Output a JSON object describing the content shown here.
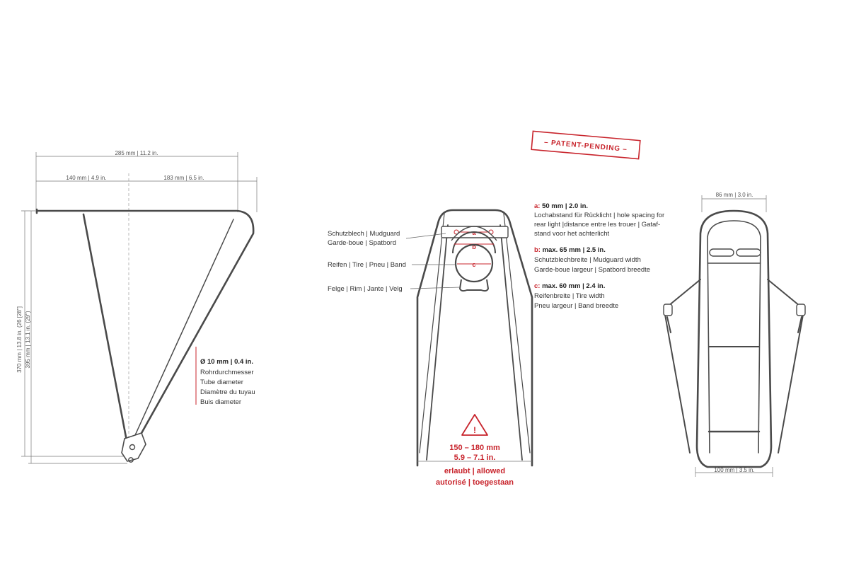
{
  "stamp": {
    "text": "– PATENT-PENDING –",
    "color": "#c8242c"
  },
  "side_view": {
    "overall_width": "285 mm  |  11.2 in.",
    "left_width": "140 mm  |  4.9 in.",
    "right_width": "183 mm  |  6.5 in.",
    "height_1": "370 mm  |  13.8 in.  (26 [28\"]",
    "height_2": "395 mm  |  13.1 in.  (29\")",
    "tube": {
      "title": "Ø 10 mm | 0.4 in.",
      "lines": [
        "Rohrdurchmesser",
        "Tube diameter",
        "Diamètre du tuyau",
        "Buis diameter"
      ]
    }
  },
  "front_view": {
    "labels": {
      "mudguard": [
        "Schutzblech | Mudguard",
        "Garde-boue | Spatbord"
      ],
      "tire": "Reifen | Tire | Pneu | Band",
      "rim": "Felge | Rim | Jante | Velg"
    },
    "markers": {
      "a": "a",
      "b": "b",
      "c": "c"
    },
    "warning": {
      "icon": "!",
      "range_mm": "150 – 180 mm",
      "range_in": "5.9 – 7.1 in.",
      "allowed_1": "erlaubt | allowed",
      "allowed_2": "autorisé | toegestaan"
    }
  },
  "specs": [
    {
      "key": "a:",
      "value": " 50 mm | 2.0 in.",
      "lines": [
        "Lochabstand für Rücklicht | hole spacing for",
        "rear light |distance entre les trouer | Gataf-",
        "stand voor het achterlicht"
      ]
    },
    {
      "key": "b:",
      "value": " max. 65 mm | 2.5 in.",
      "lines": [
        "Schutzblechbreite | Mudguard width",
        "Garde-boue largeur | Spatbord breedte"
      ]
    },
    {
      "key": "c:",
      "value": " max. 60 mm | 2.4 in.",
      "lines": [
        "Reifenbreite | Tire width",
        "Pneu largeur | Band breedte"
      ]
    }
  ],
  "top_view": {
    "top_width": "86 mm  |  3.0 in.",
    "bottom_width": "100 mm  |  3.5 in."
  }
}
